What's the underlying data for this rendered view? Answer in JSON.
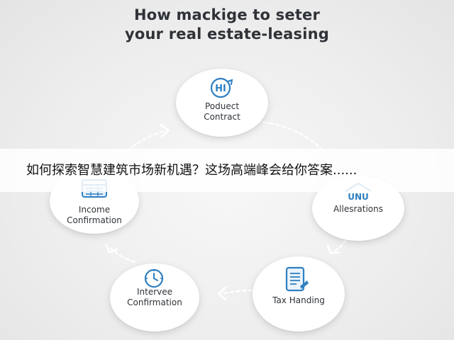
{
  "title": {
    "line1": "How mackige to seter",
    "line2": "your real estate-leasing"
  },
  "nodes": {
    "product_contract": {
      "icon_text": "HI",
      "line1": "Poduect",
      "line2": "Contract",
      "icon": "hi-badge-icon"
    },
    "allesrations": {
      "line1": "Allesrations",
      "icon": "house-icon",
      "icon_text": "UNU"
    },
    "tax_handing": {
      "line1": "Tax Handing",
      "icon": "document-icon"
    },
    "intervee_confirmation": {
      "line1": "Intervee",
      "line2": "Confirmation",
      "icon": "clock-icon"
    },
    "income_confirmation": {
      "line1": "Income",
      "line2": "Confirmation",
      "icon": "ledger-icon"
    }
  },
  "banner": {
    "text": "如何探索智慧建筑市场新机遇？这场高端峰会给你答案......"
  },
  "colors": {
    "accent": "#2f7fc1",
    "text": "#2e3338",
    "background": "#efefef"
  }
}
